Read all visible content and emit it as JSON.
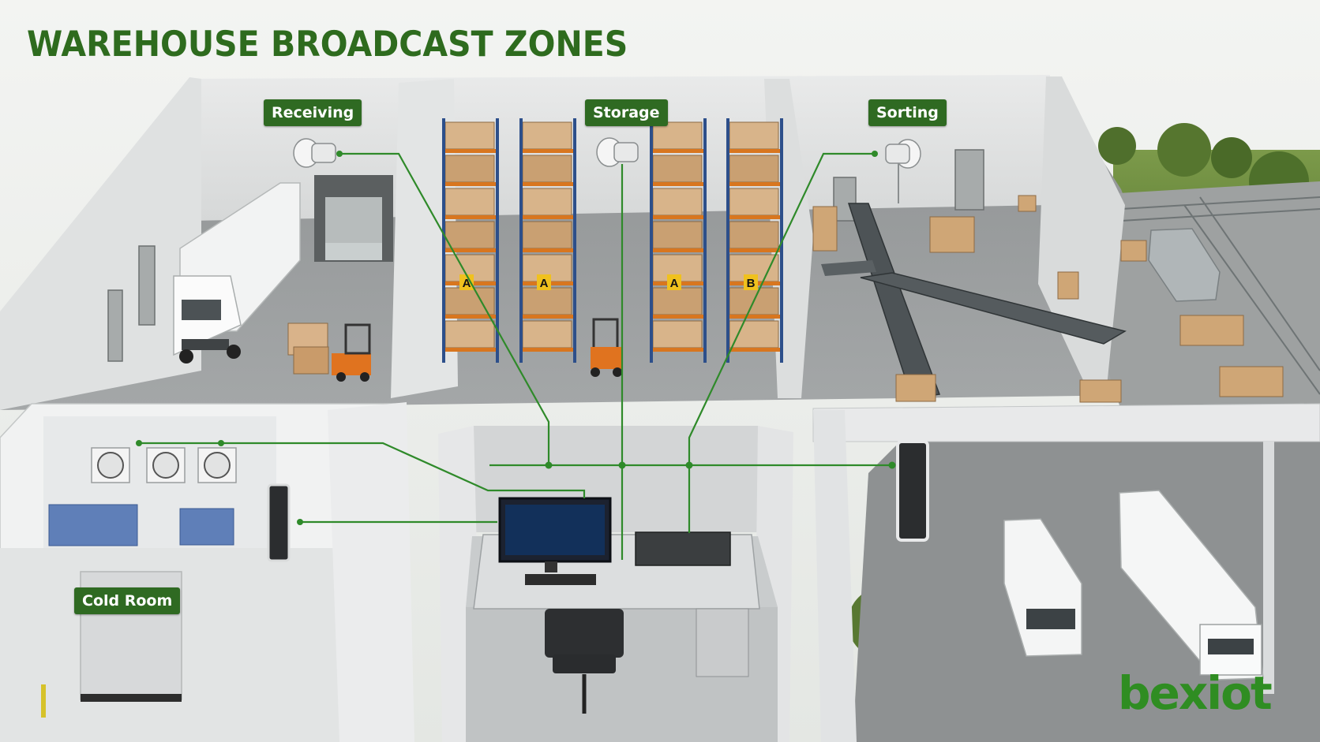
{
  "title": "WAREHOUSE BROADCAST ZONES",
  "zones": {
    "receiving": "Receiving",
    "storage": "Storage",
    "sorting": "Sorting",
    "cold_room": "Cold Room"
  },
  "rack_labels": [
    "A",
    "A",
    "A",
    "B"
  ],
  "brand": {
    "text": "bexiot",
    "color_green": "#2f8d22",
    "color_red": "#d7262a"
  },
  "colors": {
    "title": "#2e6b1e",
    "label_bg": "#2f6a22",
    "wire": "#2f8a2a",
    "rack_upright": "#2d4f8a",
    "rack_beam": "#d8761f"
  }
}
